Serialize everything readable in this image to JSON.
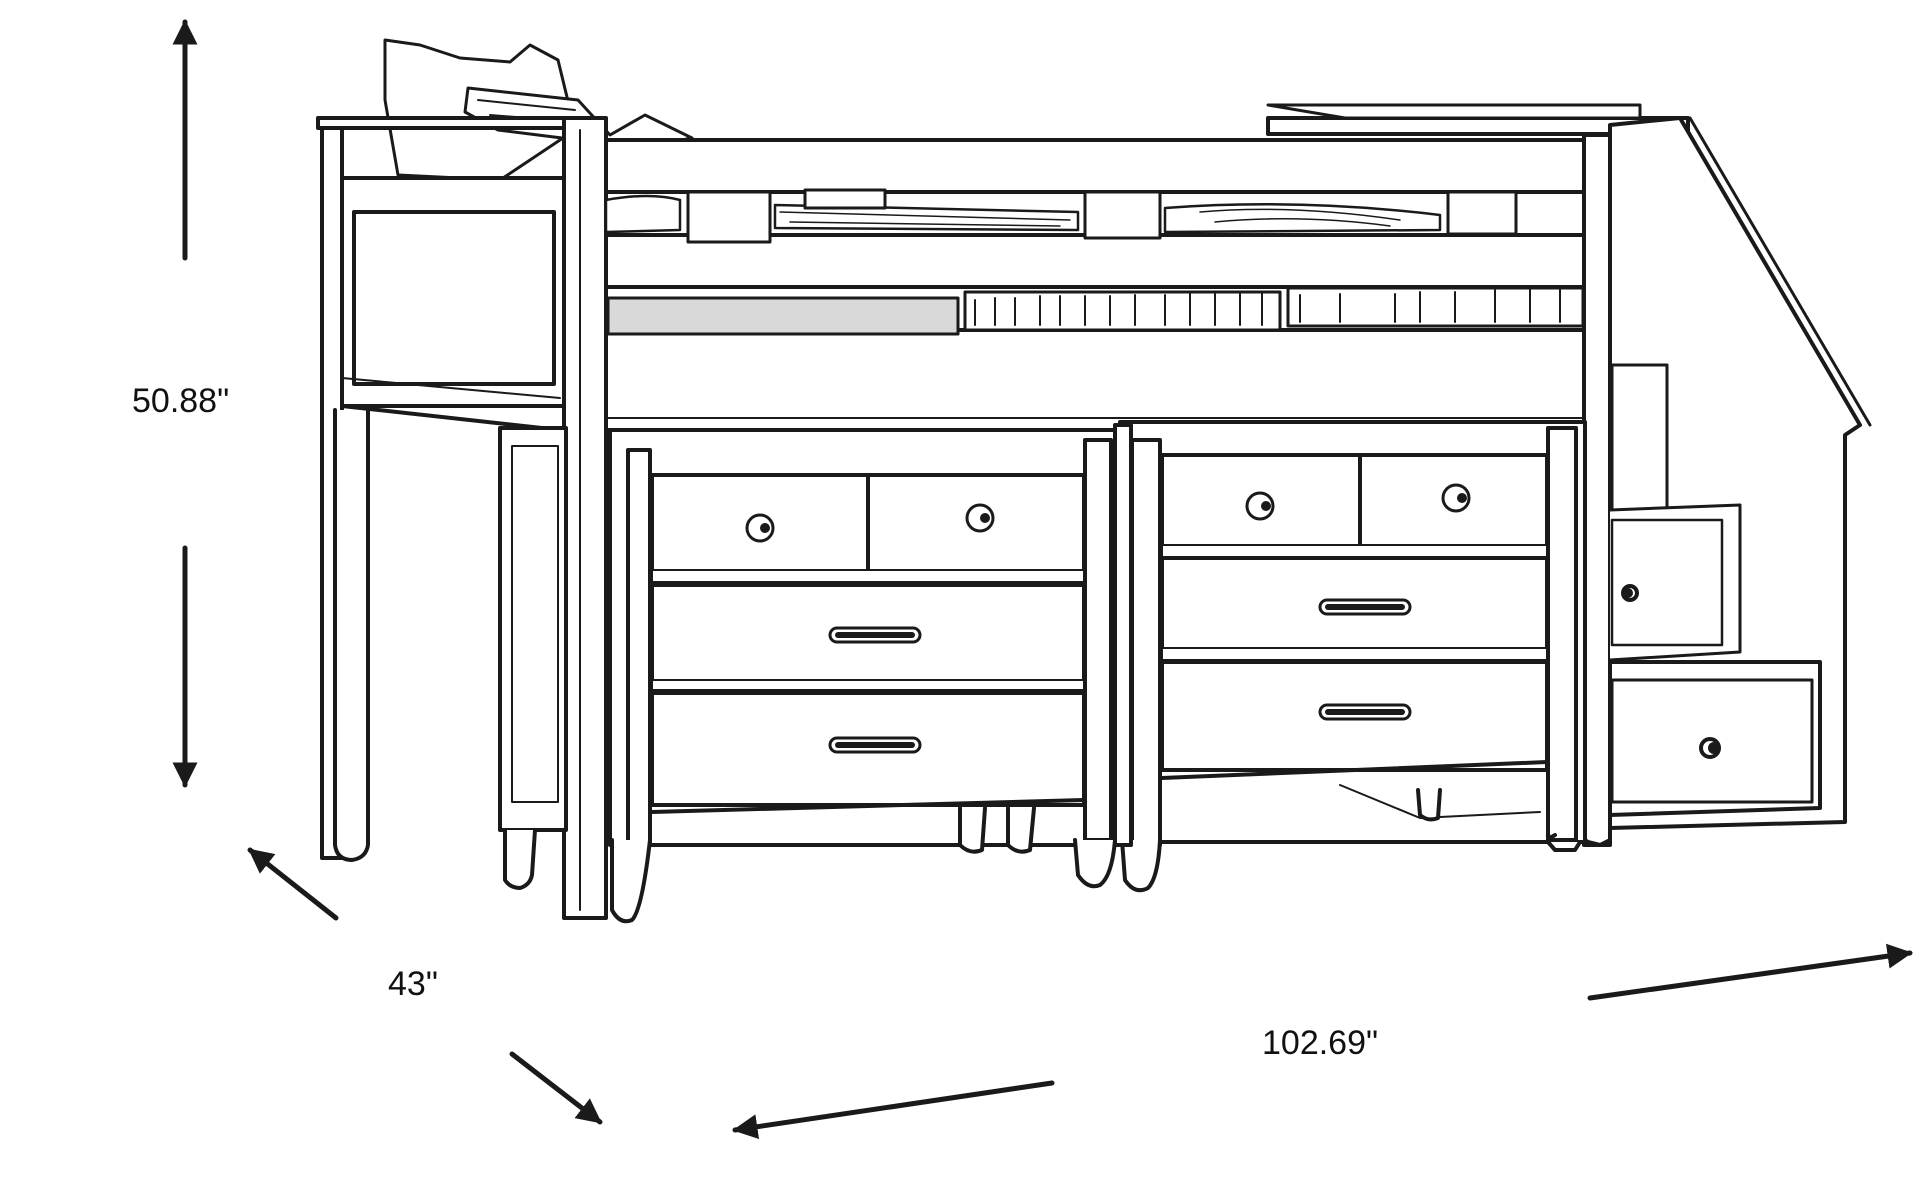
{
  "dimensions": {
    "height": "50.88\"",
    "depth": "43\"",
    "width": "102.69\""
  },
  "colors": {
    "line": "#1a1a1a",
    "background": "#ffffff",
    "shade": "#d9d9d9"
  }
}
